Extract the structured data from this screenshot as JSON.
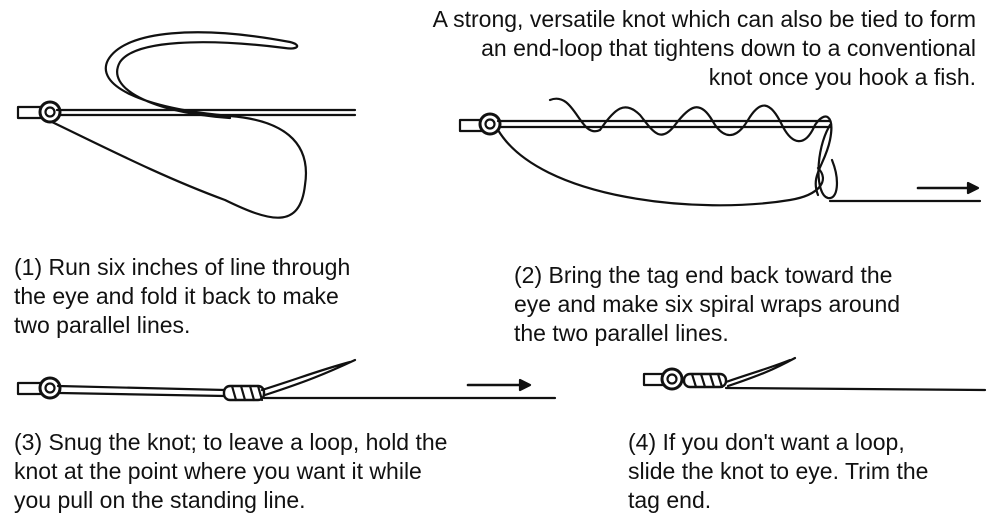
{
  "intro": {
    "lines": [
      "A strong, versatile knot which can also be tied to form",
      "an end-loop that tightens down to a conventional",
      "knot once you hook a fish."
    ]
  },
  "steps": [
    {
      "lines": [
        "(1) Run six inches of line through",
        "the eye and fold it back to make",
        "two parallel lines."
      ]
    },
    {
      "lines": [
        "(2) Bring the tag end back toward the",
        "eye and make six spiral wraps around",
        "the two parallel lines."
      ]
    },
    {
      "lines": [
        "(3) Snug the knot; to leave a loop, hold the",
        "knot at the point where you want it while",
        "you pull on the standing line."
      ]
    },
    {
      "lines": [
        "(4) If you don't want a loop,",
        "slide the knot to eye. Trim the",
        "tag end."
      ]
    }
  ],
  "colors": {
    "ink": "#111111",
    "background": "#ffffff"
  }
}
